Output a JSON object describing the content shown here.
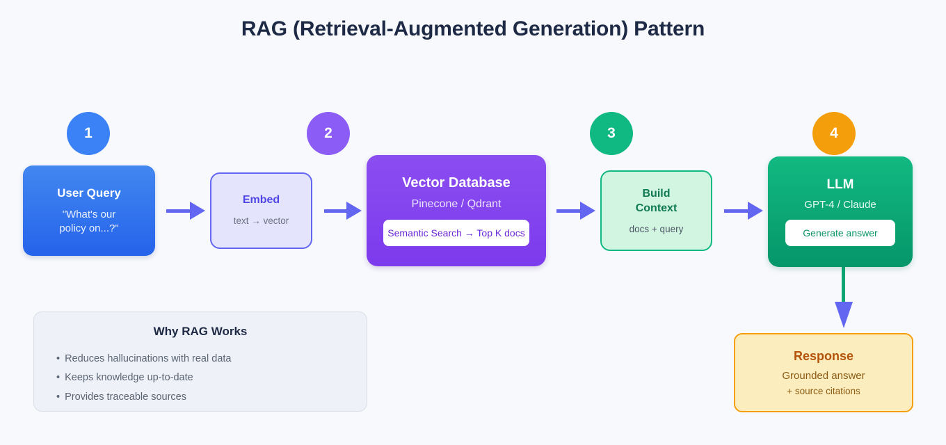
{
  "title": "RAG (Retrieval-Augmented Generation) Pattern",
  "colors": {
    "background": "#f7f9fc",
    "arrow": "#6366f1",
    "vertical_connector": "#0ea574",
    "title_text": "#1e2a45",
    "badge_1": "#3b82f6",
    "badge_2": "#8b5cf6",
    "badge_3": "#10b981",
    "badge_4": "#f59e0b",
    "node_blue": "#2563eb",
    "node_purple": "#7c3aed",
    "node_green": "#059669",
    "node_amber": "#f59e0b"
  },
  "badges": [
    {
      "number": "1"
    },
    {
      "number": "2"
    },
    {
      "number": "3"
    },
    {
      "number": "4"
    }
  ],
  "nodes": {
    "user_query": {
      "title": "User Query",
      "subtitle": "\"What's our\npolicy on...?\"",
      "sub_line_1": "\"What's our",
      "sub_line_2": "policy on...?\""
    },
    "embed": {
      "title": "Embed",
      "subtitle": "text → vector"
    },
    "vector_db": {
      "title": "Vector Database",
      "subtitle": "Pinecone / Qdrant",
      "pill": "Semantic Search → Top K docs"
    },
    "build_context": {
      "title_line_1": "Build",
      "title_line_2": "Context",
      "subtitle": "docs + query"
    },
    "llm": {
      "title": "LLM",
      "subtitle": "GPT-4 / Claude",
      "pill": "Generate answer"
    },
    "response": {
      "title": "Response",
      "subtitle": "Grounded answer",
      "subtitle_2": "+ source citations"
    }
  },
  "panel": {
    "title": "Why RAG Works",
    "bullet_char": "•",
    "items": [
      "Reduces hallucinations with real data",
      "Keeps knowledge up-to-date",
      "Provides traceable sources"
    ]
  }
}
